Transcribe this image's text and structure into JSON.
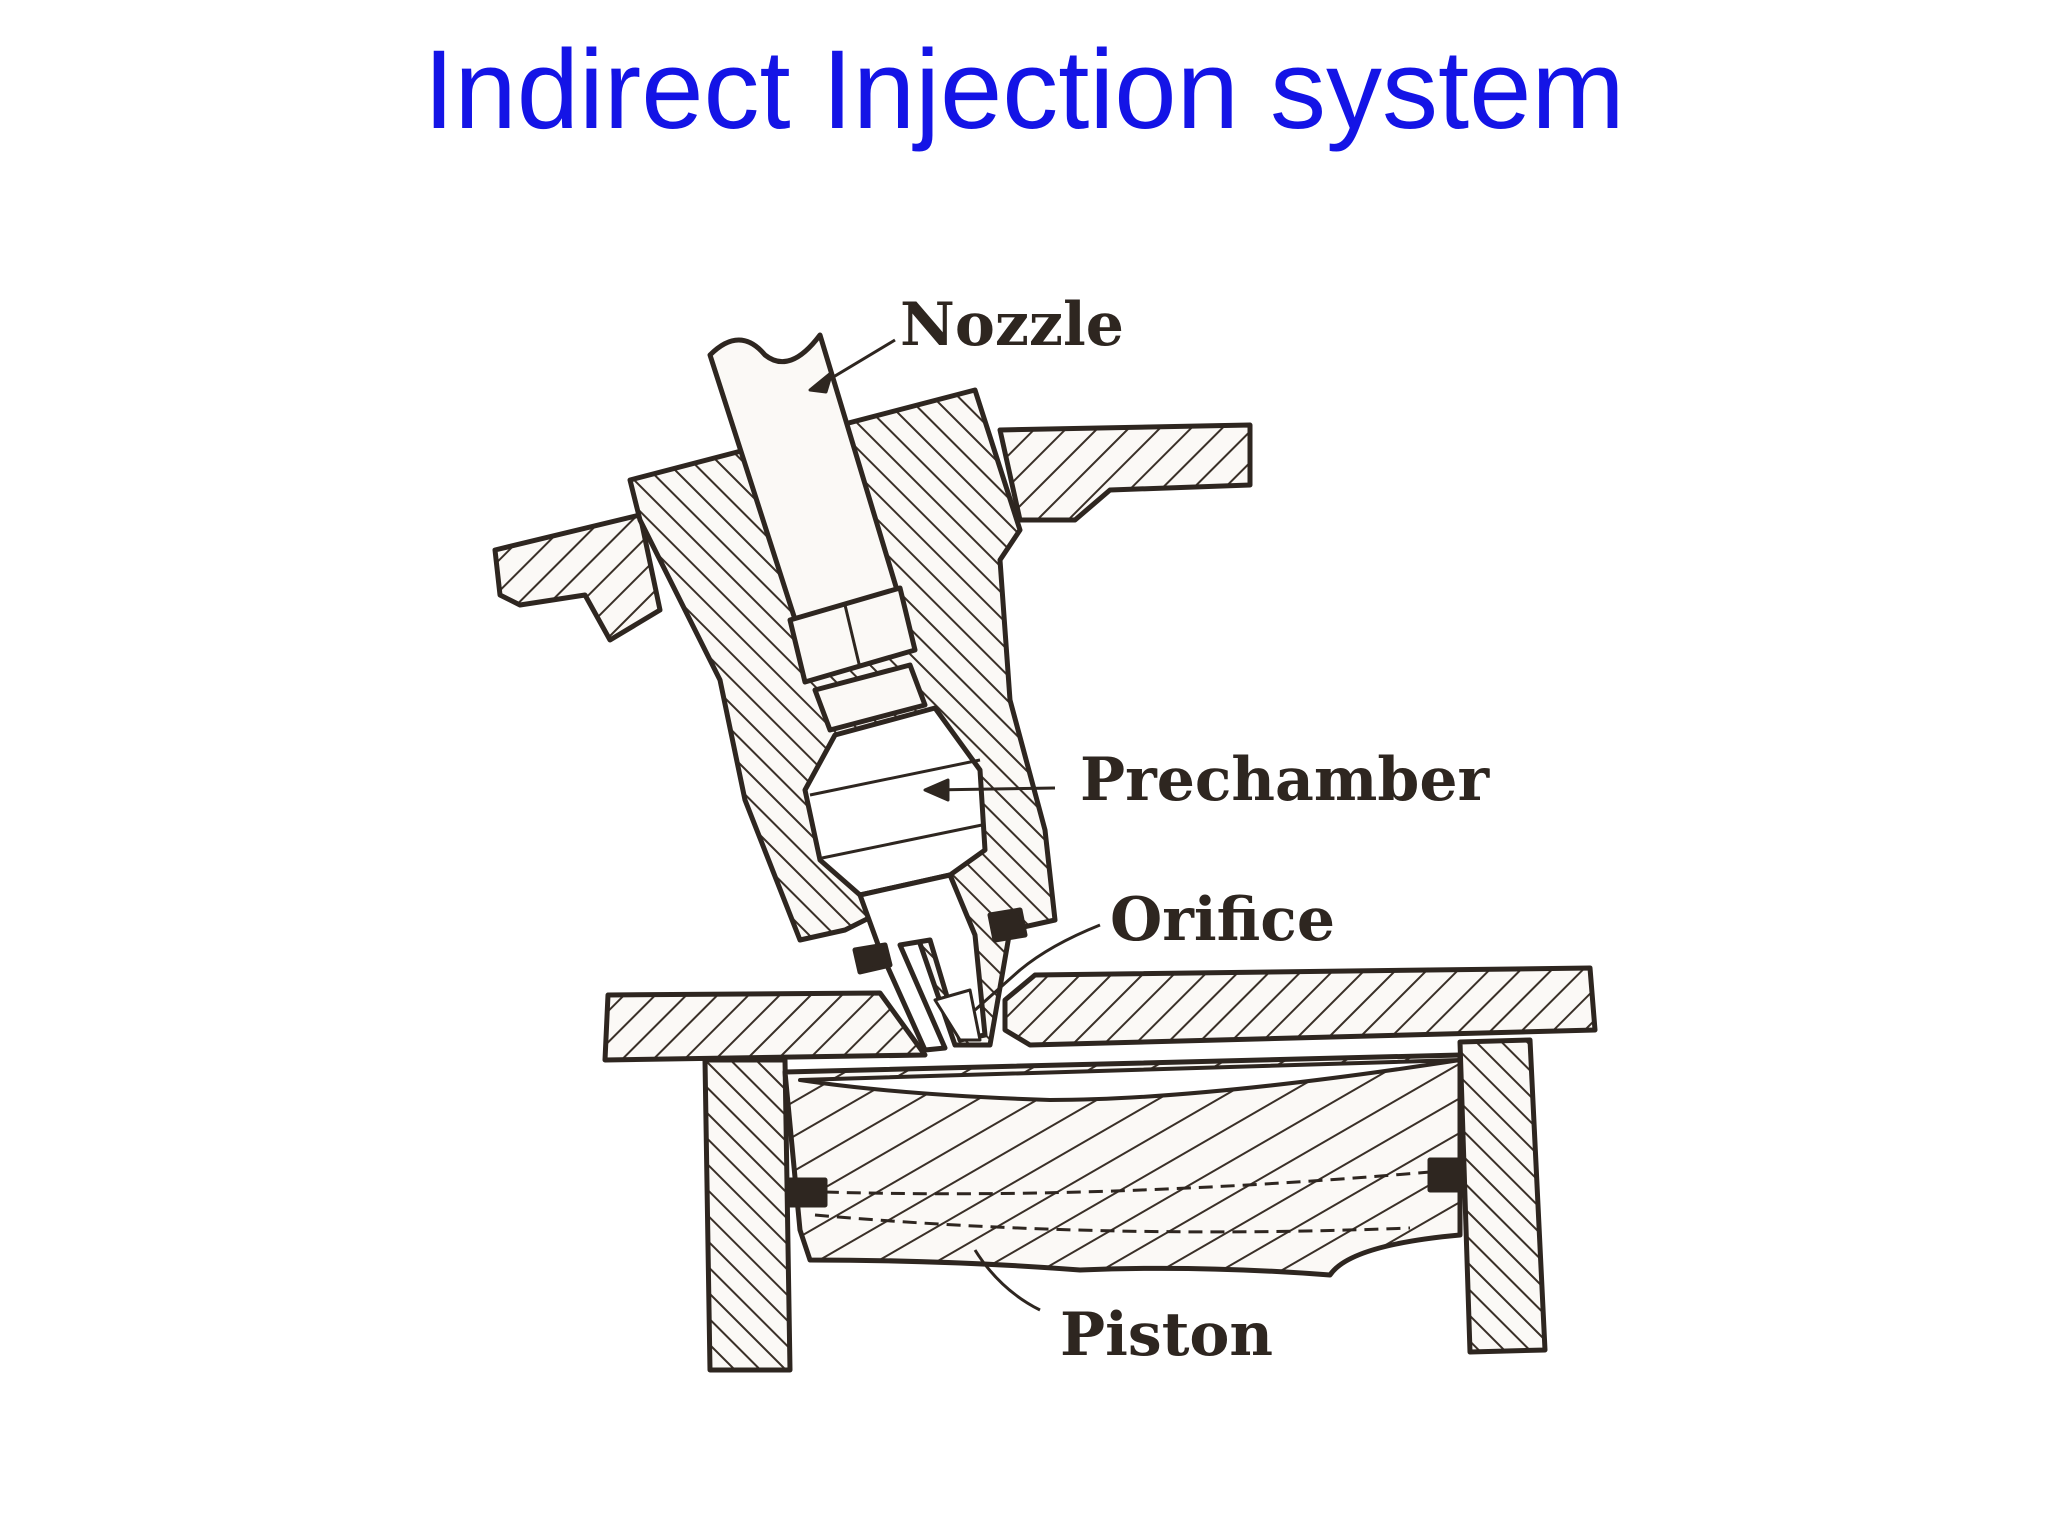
{
  "title": "Indirect Injection system",
  "colors": {
    "title": "#1414e6",
    "ink": "#2e2620",
    "background": "#ffffff"
  },
  "diagram": {
    "labels": {
      "nozzle": "Nozzle",
      "prechamber": "Prechamber",
      "orifice": "Orifice",
      "piston": "Piston"
    }
  }
}
